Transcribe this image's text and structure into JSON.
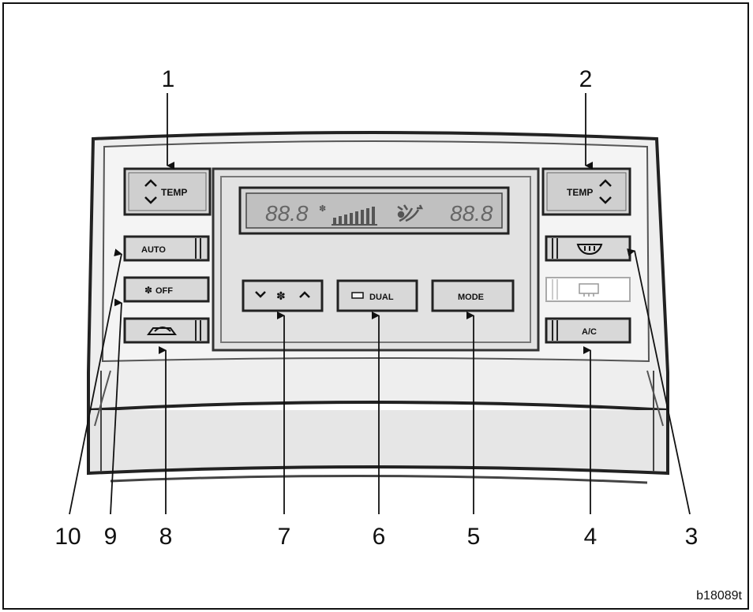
{
  "callouts": [
    "1",
    "2",
    "3",
    "4",
    "5",
    "6",
    "7",
    "8",
    "9",
    "10"
  ],
  "buttons": {
    "temp_left": "TEMP",
    "temp_right": "TEMP",
    "auto": "AUTO",
    "off": "OFF",
    "dual": "DUAL",
    "mode": "MODE",
    "ac": "A/C"
  },
  "display": {
    "temp_left": "88.8",
    "temp_right": "88.8"
  },
  "figure_id": "b18089t"
}
